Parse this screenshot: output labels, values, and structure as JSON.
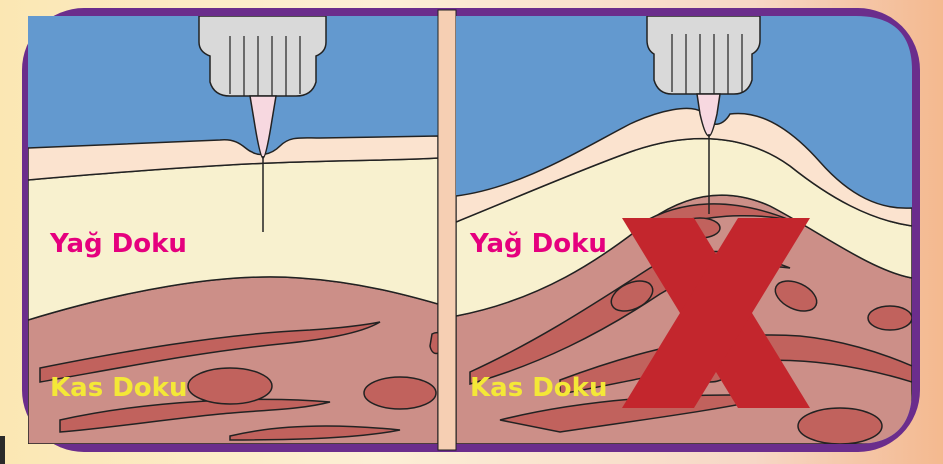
{
  "panels": [
    {
      "id": "left",
      "fat_label": "Yağ Doku",
      "muscle_label": "Kas Doku"
    },
    {
      "id": "right",
      "fat_label": "Yağ Doku",
      "muscle_label": "Kas Doku"
    }
  ],
  "colors": {
    "frame": "#6b2d8c",
    "sky": "#6399cf",
    "skin": "#fbe3cf",
    "fat": "#f8f1cf",
    "muscle": "#cc8f88",
    "muscle_fiber": "#c1625d",
    "divider": "#f6cfb3",
    "fat_label": "#e5007e",
    "muscle_label": "#f4e837",
    "cross_mark": "#c3262d",
    "needle": "#f7d8e0",
    "needle_hub": "#d9d9d9"
  },
  "icons": {
    "wrong_mark": "x-mark-icon",
    "syringe": "syringe-needle-icon"
  }
}
